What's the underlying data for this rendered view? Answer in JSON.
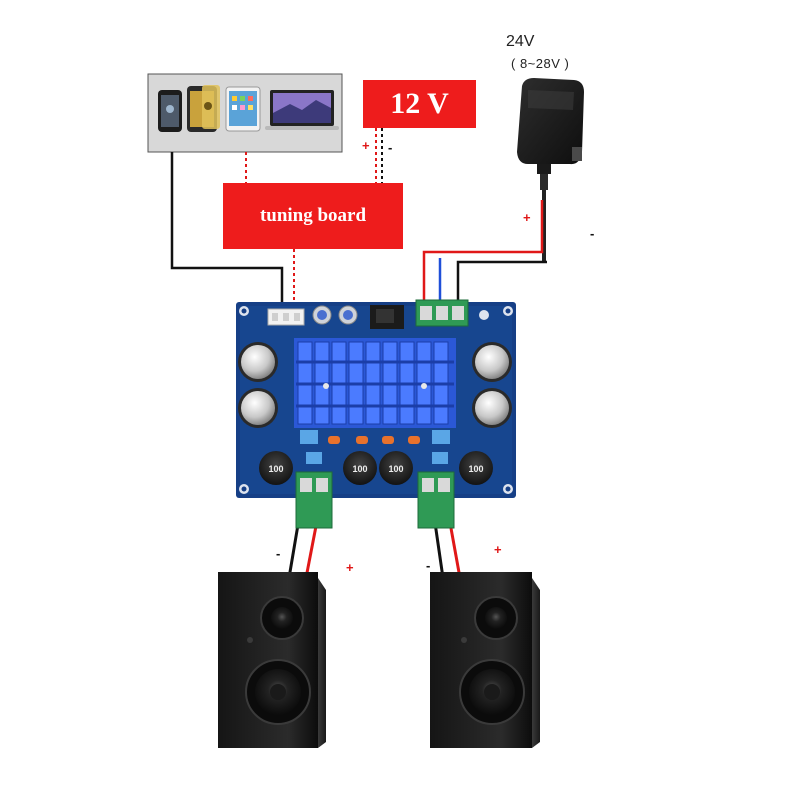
{
  "adapter": {
    "voltage": "24V",
    "range": "( 8~28V )"
  },
  "labels": {
    "supply": "12 V",
    "tuning_board": "tuning board"
  },
  "signs": {
    "plus": "+",
    "minus": "-"
  },
  "pcb": {
    "inductor_mark": "100"
  },
  "colors": {
    "red_box": "#ee1c1c",
    "pcb": "#163f86",
    "heatsink": "#2b58d6",
    "terminal": "#2f9a55",
    "wire_red": "#e01818",
    "wire_black": "#111111",
    "wire_blue": "#1f4fd8"
  }
}
